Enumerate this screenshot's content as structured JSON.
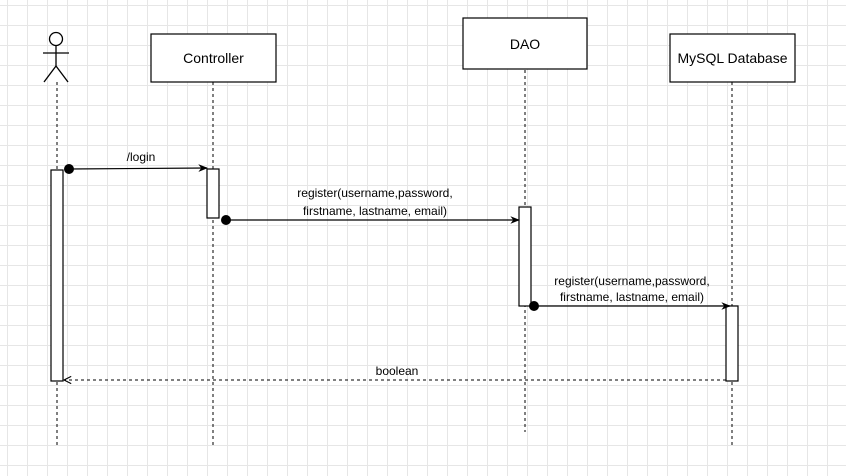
{
  "diagram": {
    "participants": [
      {
        "id": "actor",
        "kind": "actor",
        "label": ""
      },
      {
        "id": "controller",
        "kind": "box",
        "label": "Controller"
      },
      {
        "id": "dao",
        "kind": "box",
        "label": "DAO"
      },
      {
        "id": "database",
        "kind": "box",
        "label": "MySQL Database"
      }
    ],
    "messages": [
      {
        "from": "actor",
        "to": "controller",
        "style": "solid",
        "lines": [
          "/login"
        ]
      },
      {
        "from": "controller",
        "to": "dao",
        "style": "solid",
        "lines": [
          "register(username,password,",
          "firstname, lastname, email)"
        ]
      },
      {
        "from": "dao",
        "to": "database",
        "style": "solid",
        "lines": [
          "register(username,password,",
          "firstname, lastname, email)"
        ]
      },
      {
        "from": "database",
        "to": "actor",
        "style": "dashed",
        "lines": [
          "boolean"
        ]
      }
    ]
  },
  "colors": {
    "line": "#000000",
    "box_fill": "#ffffff",
    "lifeline": "#000000"
  }
}
